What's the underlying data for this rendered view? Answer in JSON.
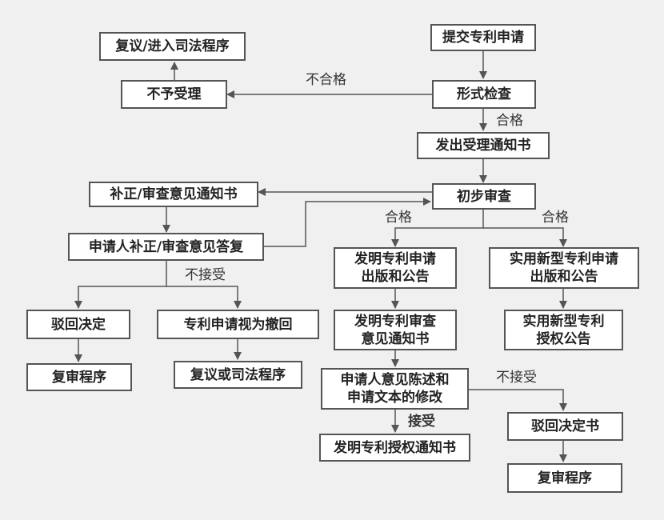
{
  "nodes": {
    "submit": "提交专利申请",
    "formal_exam": "形式检查",
    "not_accept": "不予受理",
    "review_judicial_top": "复议/进入司法程序",
    "accept_notice": "发出受理通知书",
    "prelim_exam": "初步审查",
    "correction_notice": "补正/审查意见通知书",
    "applicant_reply": "申请人补正/审查意见答复",
    "reject_decision": "驳回决定",
    "reexam_left": "复审程序",
    "deemed_withdrawn": "专利申请视为撤回",
    "review_judicial_left": "复议或司法程序",
    "invention_pub": [
      "发明专利申请",
      "出版和公告"
    ],
    "utility_pub": [
      "实用新型专利申请",
      "出版和公告"
    ],
    "invention_exam_notice": [
      "发明专利审查",
      "意见通知书"
    ],
    "utility_grant": [
      "实用新型专利",
      "授权公告"
    ],
    "applicant_statement": [
      "申请人意见陈述和",
      "申请文本的修改"
    ],
    "invention_grant_notice": "发明专利授权通知书",
    "reject_decision_doc": "驳回决定书",
    "reexam_right": "复审程序"
  },
  "edge_labels": {
    "unqualified": "不合格",
    "qualified_1": "合格",
    "qualified_2": "合格",
    "qualified_3": "合格",
    "not_accepted_1": "不接受",
    "not_accepted_2": "不接受",
    "accepted": "接受"
  },
  "colors": {
    "background": "#f0f0f0",
    "box_border": "#555555",
    "box_fill": "#ffffff",
    "line": "#555555"
  }
}
